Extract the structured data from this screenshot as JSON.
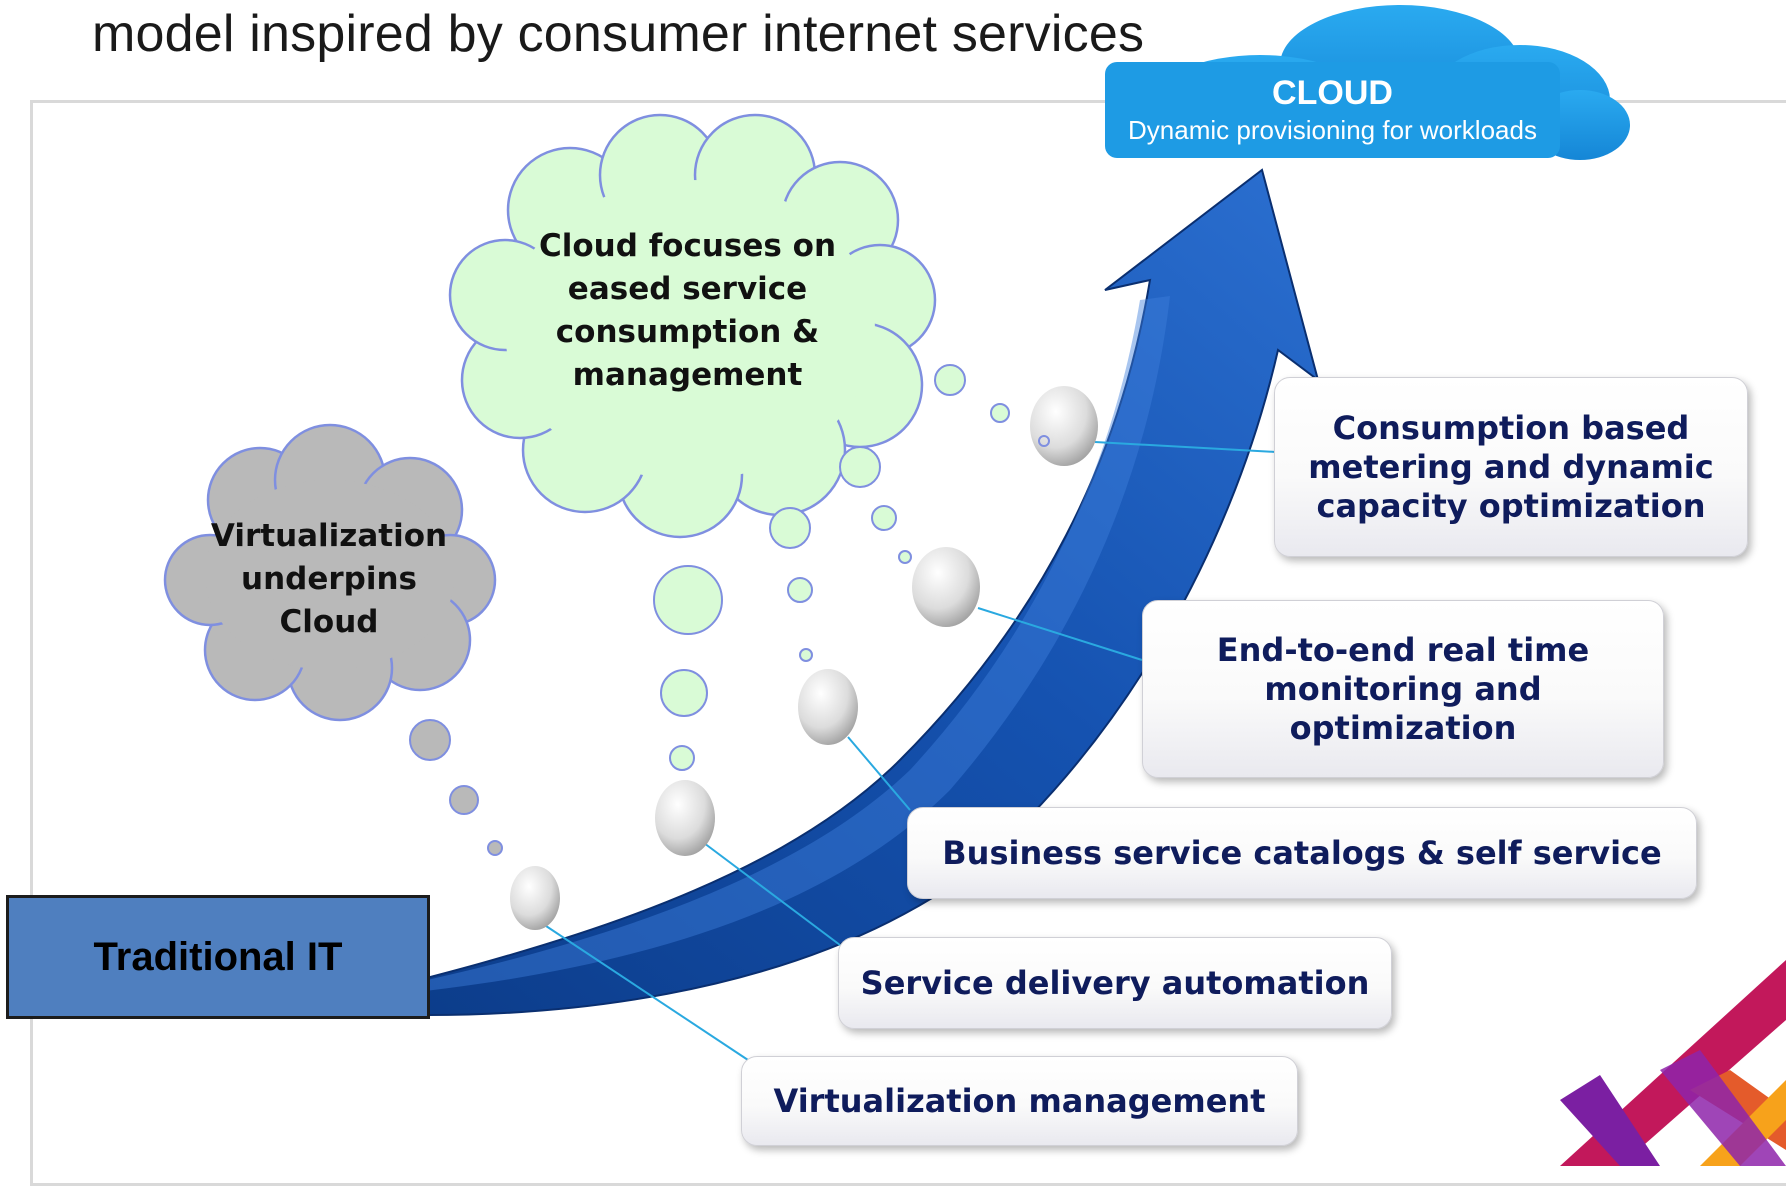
{
  "title": "model inspired by consumer internet services",
  "cloud_banner": {
    "heading": "CLOUD",
    "subheading": "Dynamic provisioning for workloads"
  },
  "thought_bubbles": {
    "virtualization": "Virtualization underpins Cloud",
    "cloud_focus": "Cloud focuses on eased service consumption & management"
  },
  "traditional_label": "Traditional IT",
  "stages": [
    "Virtualization management",
    "Service delivery automation",
    "Business service catalogs & self service",
    "End-to-end real time monitoring and optimization",
    "Consumption based metering and dynamic capacity optimization"
  ],
  "colors": {
    "arrow_dark": "#0d3f8e",
    "arrow_light": "#2f6fce",
    "cloud_blue": "#1e9be4",
    "green_bubble": "#d9fbd6",
    "grey_bubble": "#b9b9b9",
    "bubble_outline": "#7f8fe0",
    "traditional_box": "#4f7fbf",
    "label_text": "#0f1c5c"
  }
}
